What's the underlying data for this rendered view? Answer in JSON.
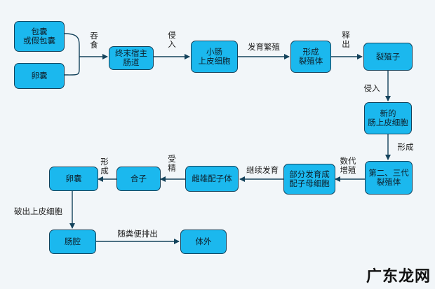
{
  "nodes": {
    "cyst_or_pseudocyst": "包囊\n或假包囊",
    "oocyst_start": "卵囊",
    "final_host_gut": "终末宿主\n肠道",
    "intestinal_epithelial": "小肠\n上皮细胞",
    "schizont": "形成\n裂殖体",
    "merozoite": "裂殖子",
    "new_epithelial": "新的\n肠上皮细胞",
    "second_third_schizont": "第二、三代\n裂殖体",
    "gametocyte": "部分发育成\n配子母细胞",
    "male_female_gamete": "雌雄配子体",
    "zygote": "合子",
    "oocyst_end": "卵囊",
    "intestine_lumen": "肠腔",
    "outside_body": "体外"
  },
  "edge_labels": {
    "swallow": "吞\n食",
    "invade_1": "侵\n入",
    "develop_reproduce": "发育繁殖",
    "release": "释\n出",
    "invade_2": "侵入",
    "form_1": "形成",
    "multiply": "数代\n增殖",
    "continue_develop": "继续发育",
    "fertilize": "受\n精",
    "form_2": "形\n成",
    "break_out": "破出上皮细胞",
    "excrete": "随粪便排出"
  },
  "watermark": {
    "text": "广东龙网"
  },
  "colors": {
    "node_fill": "#1bb8ee",
    "node_border": "#14435c",
    "arrow": "#14435c",
    "background": "#f2f6f9"
  }
}
